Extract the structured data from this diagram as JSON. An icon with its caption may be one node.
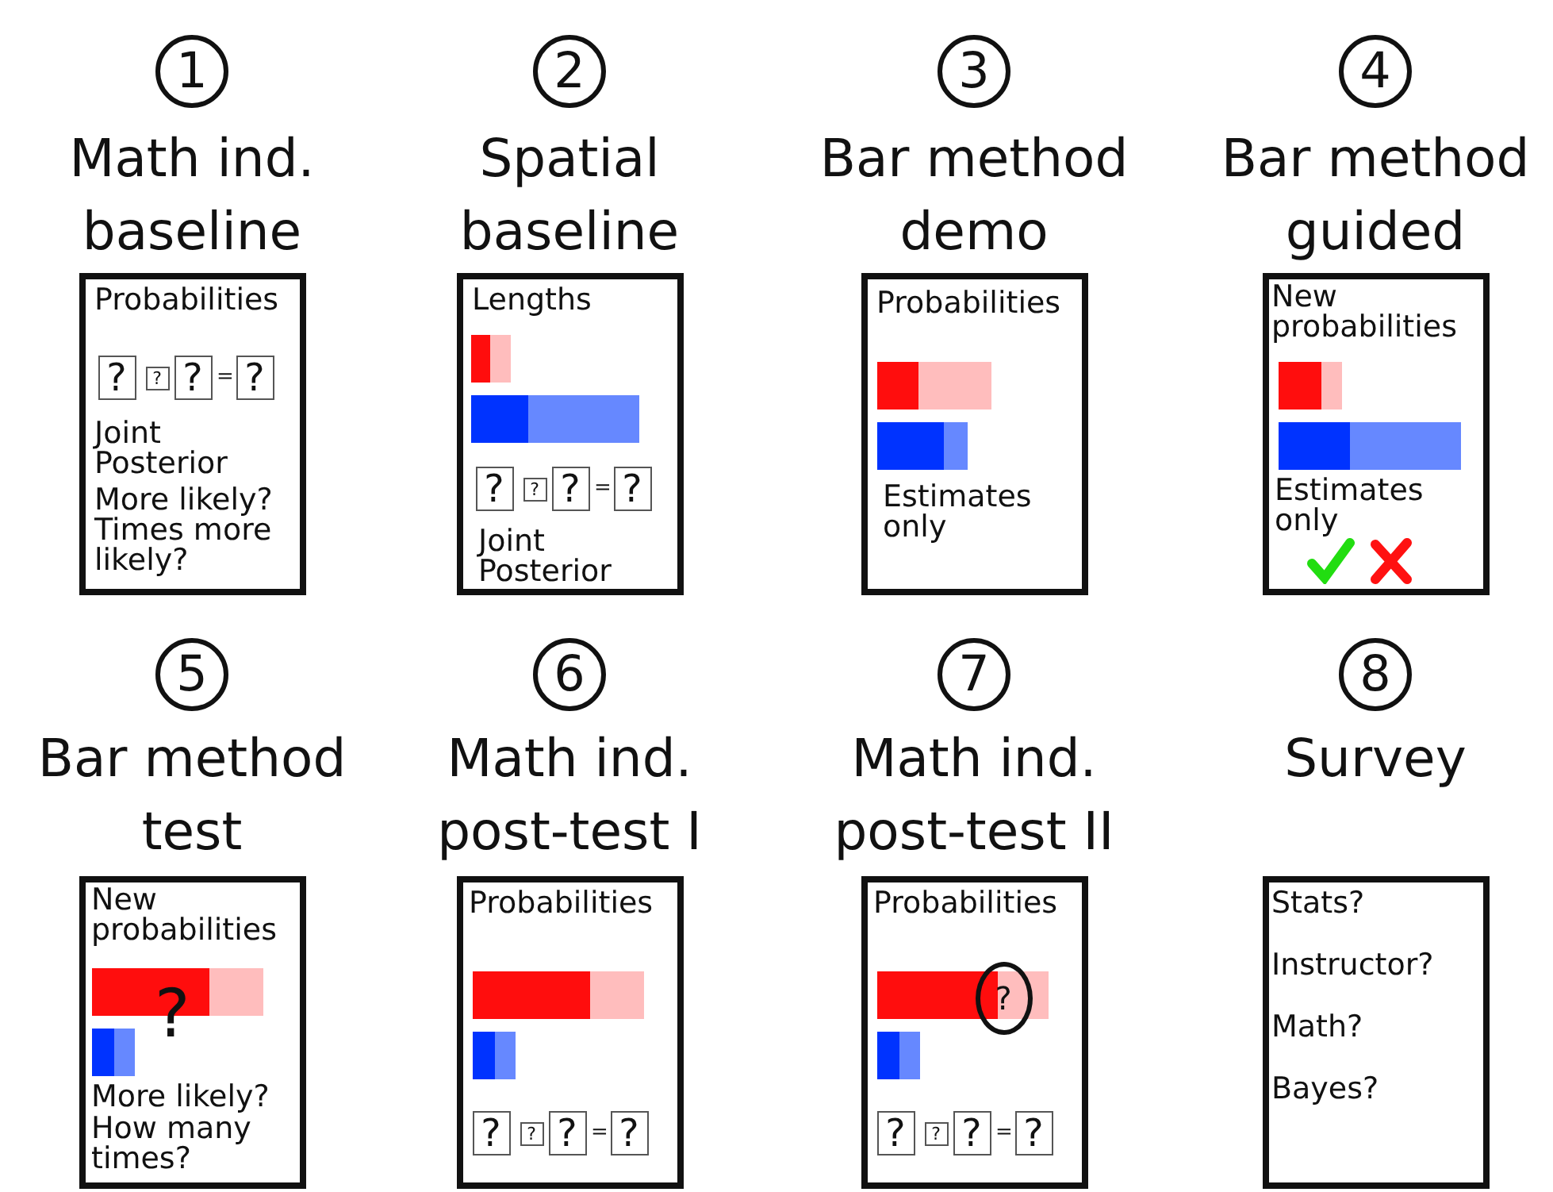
{
  "diagram": {
    "nodes": [
      {
        "text": [
          "1"
        ]
      },
      {
        "text": [
          "Math ind. baseline",
          "Probabilities",
          "Joint",
          "Posterior",
          "More likely?",
          "Times more likely?"
        ]
      },
      {
        "text": [
          "?"
        ],
        "in": 1
      },
      {
        "text": [
          "?"
        ],
        "in": 1
      },
      {
        "text": [
          "?"
        ],
        "in": 1
      },
      {
        "text": [
          "?"
        ],
        "in": 1
      },
      {
        "text": [
          "2"
        ]
      },
      {
        "text": [
          "Spatial baseline",
          "Lengths",
          "Joint",
          "Posterior"
        ]
      },
      {
        "text": [
          "?"
        ],
        "in": 7
      },
      {
        "text": [
          "?"
        ],
        "in": 7
      },
      {
        "text": [
          "?"
        ],
        "in": 7
      },
      {
        "text": [
          "?"
        ],
        "in": 7
      },
      {
        "text": [
          "3"
        ]
      },
      {
        "text": [
          "Bar method demo",
          "Probabilities",
          "Estimates only"
        ]
      },
      {
        "text": [
          "4"
        ]
      },
      {
        "text": [
          "Bar method guided",
          "New probabilities",
          "Estimates only"
        ]
      },
      {
        "text": [
          "5"
        ]
      },
      {
        "text": [
          "Bar method test",
          "New probabilities",
          "More likely?",
          "How many times?"
        ]
      },
      {
        "text": [
          "6"
        ]
      },
      {
        "text": [
          "Math ind. post-test I",
          "Probabilities"
        ]
      },
      {
        "text": [
          "?"
        ],
        "in": 19
      },
      {
        "text": [
          "?"
        ],
        "in": 19
      },
      {
        "text": [
          "?"
        ],
        "in": 19
      },
      {
        "text": [
          "?"
        ],
        "in": 19
      },
      {
        "text": [
          "7"
        ]
      },
      {
        "text": [
          "Math ind. post-test II",
          "Probabilities"
        ]
      },
      {
        "text": [
          "?"
        ],
        "in": 25
      },
      {
        "text": [
          "?"
        ],
        "in": 25
      },
      {
        "text": [
          "?"
        ],
        "in": 25
      },
      {
        "text": [
          "?"
        ],
        "in": 25
      },
      {
        "text": [
          "?"
        ],
        "in": 25
      },
      {
        "text": [
          "8"
        ]
      },
      {
        "text": [
          "Survey",
          "Stats?",
          "Instructor?",
          "Math?",
          "Bayes?"
        ]
      }
    ],
    "labels": [
      "=",
      "=",
      "?",
      "=",
      "="
    ]
  }
}
